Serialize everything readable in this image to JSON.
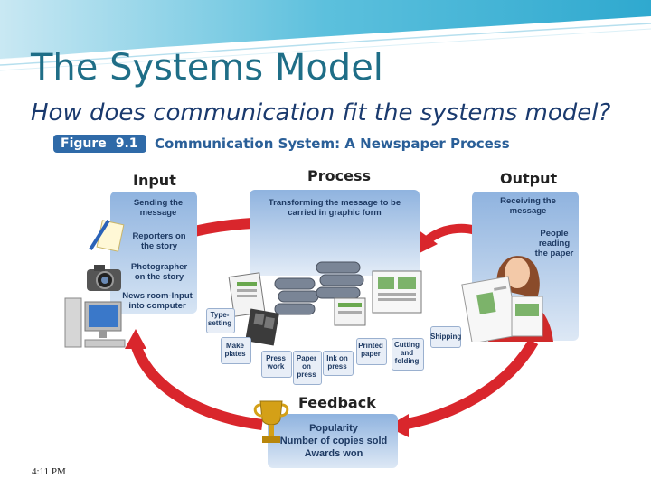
{
  "slide": {
    "title": "The Systems Model",
    "subtitle": "How does communication fit the systems model?",
    "timestamp": "4:11 PM"
  },
  "figure": {
    "badge_word": "Figure",
    "badge_number": "9.1",
    "title": "Communication System: A Newspaper Process",
    "input": {
      "heading": "Input",
      "items": [
        "Sending the message",
        "Reporters on the story",
        "Photographer on the story",
        "News room-Input into computer"
      ]
    },
    "process": {
      "heading": "Process",
      "description": "Transforming the message to be carried in graphic form",
      "labels": [
        "Type-setting",
        "Make plates",
        "Press work",
        "Paper on press",
        "Ink on press",
        "Printed paper",
        "Cutting and folding",
        "Shipping"
      ]
    },
    "output": {
      "heading": "Output",
      "items": [
        "Receiving the message",
        "People reading the paper"
      ]
    },
    "feedback": {
      "heading": "Feedback",
      "items": [
        "Popularity",
        "Number of copies sold",
        "Awards won"
      ]
    }
  },
  "colors": {
    "title": "#1f6e87",
    "subtitle": "#1a3a6e",
    "badge": "#2f6aa8",
    "panel": "#7fa6d6",
    "arrow": "#d9262c"
  }
}
